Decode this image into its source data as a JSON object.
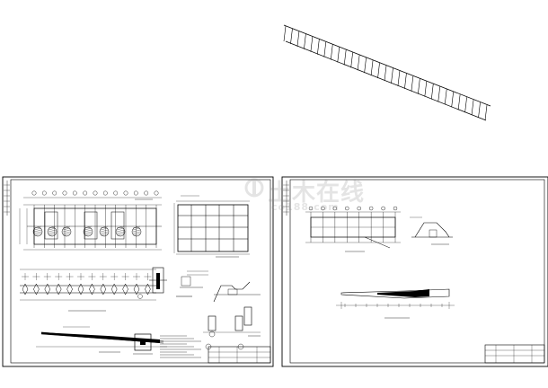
{
  "page": {
    "background": "#ffffff",
    "line_color": "#000000",
    "accent_color": "#1a1a1a",
    "watermark_color": "#8a8a8a"
  },
  "watermark": {
    "main_text": "土木在线",
    "sub_text": "co188.com",
    "logo_icon": "co188-logo-icon"
  },
  "stair_diagram": {
    "type": "stair-stringer-section",
    "tread_count": 30
  },
  "sheets": [
    {
      "id": "left-sheet",
      "drawing_type": "structural-plan-and-details",
      "grid_columns": 12,
      "roof_plan_bays": 5
    },
    {
      "id": "right-sheet",
      "drawing_type": "plan-and-section",
      "grid_columns": 7
    }
  ]
}
